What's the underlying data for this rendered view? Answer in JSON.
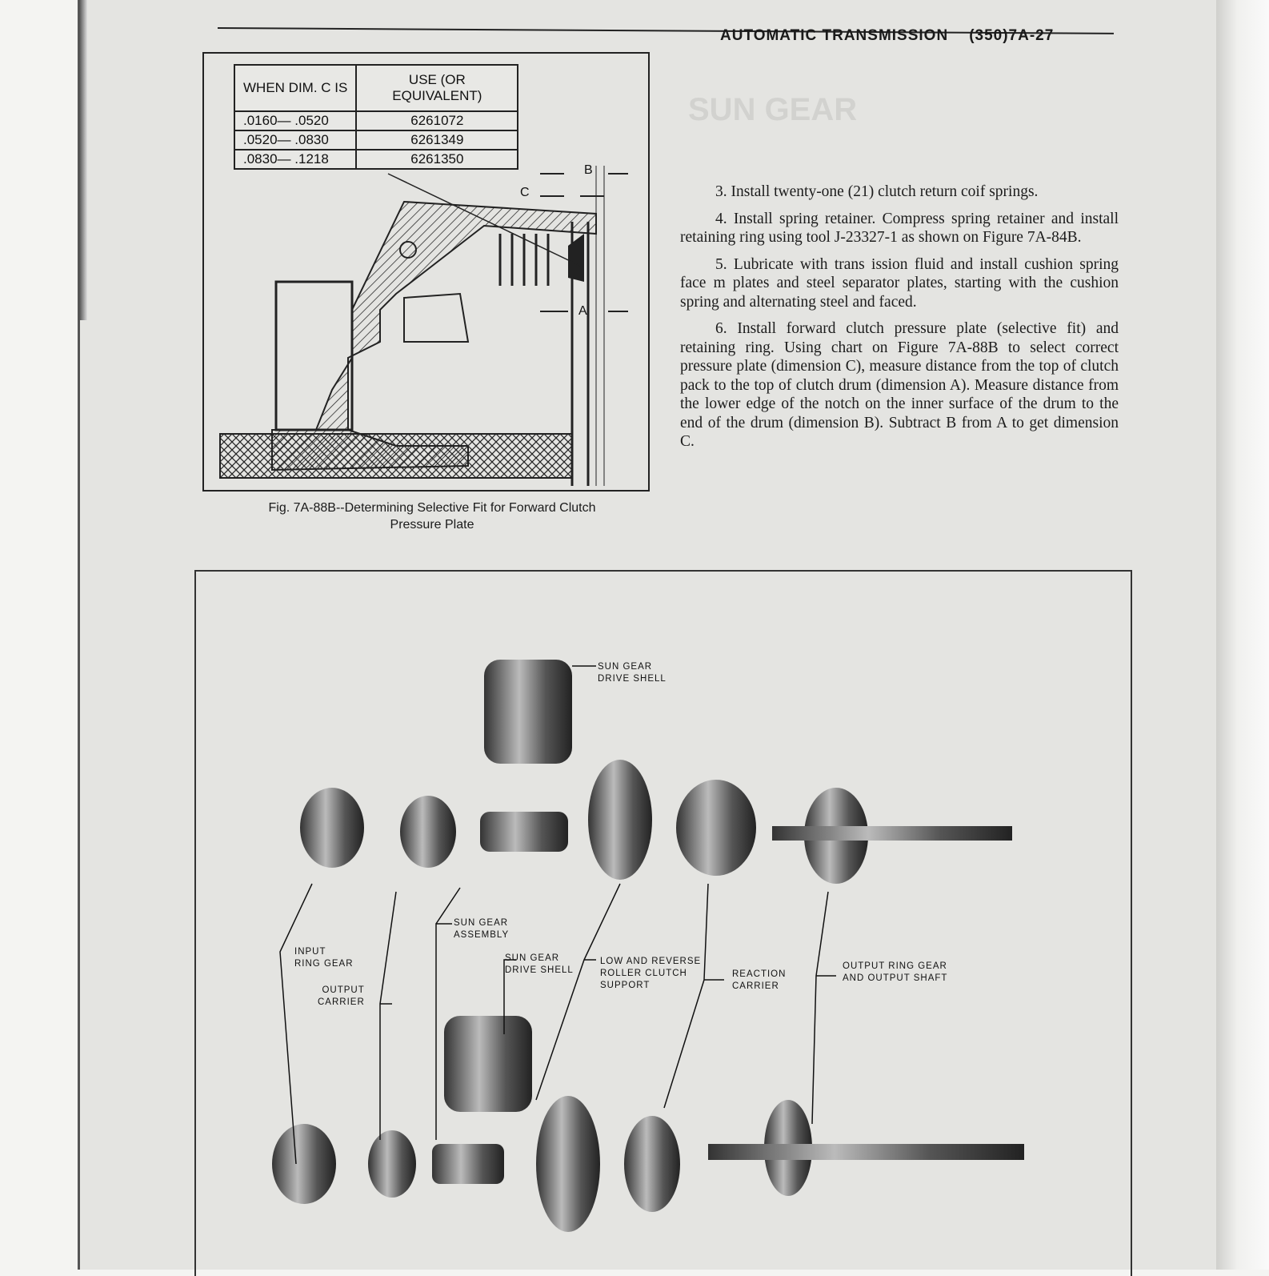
{
  "header": {
    "section": "AUTOMATIC TRANSMISSION",
    "page_number": "(350)7A-27"
  },
  "figure_1": {
    "table": {
      "headers": [
        "WHEN DIM. C IS",
        "USE (OR EQUIVALENT)"
      ],
      "rows": [
        [
          ".0160— .0520",
          "6261072"
        ],
        [
          ".0520— .0830",
          "6261349"
        ],
        [
          ".0830— .1218",
          "6261350"
        ]
      ]
    },
    "dimension_labels": {
      "a": "A",
      "b": "B",
      "c": "C"
    },
    "caption_line1": "Fig. 7A-88B--Determining Selective Fit for Forward Clutch",
    "caption_line2": "Pressure Plate"
  },
  "steps": [
    "3. Install twenty-one (21) clutch return coif springs.",
    "4. Install spring retainer. Compress spring retainer and install retaining ring using tool J-23327-1 as shown on Figure 7A-84B.",
    "5. Lubricate with trans ission fluid and install cushion spring face m plates and steel separator plates, starting with the cushion spring and alternating steel and faced.",
    "6. Install forward clutch pressure plate (selective fit) and retaining ring. Using chart on Figure 7A-88B to select correct pressure plate (dimension C), measure distance from the top of clutch pack to the top of clutch drum (dimension A). Measure distance from the lower edge of the notch on the inner surface of the drum to the end of the drum (dimension B). Subtract B from A to get dimension C."
  ],
  "figure_2": {
    "labels": {
      "sun_gear_drive_shell_top": [
        "SUN GEAR",
        "DRIVE SHELL"
      ],
      "input_ring_gear": [
        "INPUT",
        "RING GEAR"
      ],
      "output_carrier": [
        "OUTPUT",
        "CARRIER"
      ],
      "sun_gear_assembly": [
        "SUN GEAR",
        "ASSEMBLY"
      ],
      "sun_gear_drive_shell": [
        "SUN GEAR",
        "DRIVE SHELL"
      ],
      "low_reverse": [
        "LOW AND REVERSE",
        "ROLLER CLUTCH",
        "SUPPORT"
      ],
      "reaction_carrier": [
        "REACTION",
        "CARRIER"
      ],
      "output_ring_gear": [
        "OUTPUT RING GEAR",
        "AND OUTPUT SHAFT"
      ]
    }
  }
}
